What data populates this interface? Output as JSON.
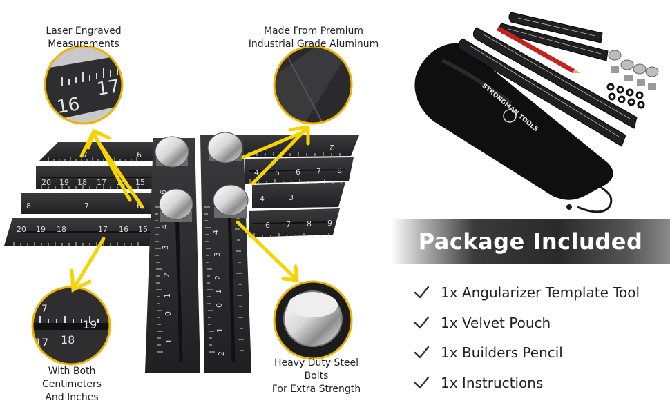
{
  "features": {
    "laser": [
      "Laser Engraved",
      "Measurements"
    ],
    "aluminum": [
      "Made From Premium",
      "Industrial Grade Aluminum"
    ],
    "units": [
      "With Both",
      "Centimeters",
      "And Inches"
    ],
    "bolts": [
      "Heavy Duty Steel",
      "Bolts",
      "For Extra Strength"
    ]
  },
  "ruler_numbers": {
    "top_left": [
      "7",
      "6"
    ],
    "top_right": [
      "2"
    ],
    "row2_left": [
      "20",
      "19",
      "18",
      "17",
      "16",
      "15"
    ],
    "row2_right": [
      "4",
      "5",
      "6",
      "7",
      "8"
    ],
    "row3_left": [
      "8",
      "7",
      "6"
    ],
    "row3_right": [
      "4",
      "3"
    ],
    "row4_left": [
      "20",
      "19",
      "18",
      "17",
      "16",
      "15"
    ],
    "row4_right": [
      "6",
      "7",
      "8",
      "9"
    ],
    "vertical_left": [
      "6",
      "5",
      "4",
      "3",
      "2",
      "1",
      "0",
      "1"
    ],
    "vertical_right": [
      "4",
      "3",
      "2",
      "1",
      "0",
      "1",
      "2"
    ],
    "zoom_laser": [
      "16",
      "17"
    ],
    "zoom_units": [
      "7",
      "17",
      "18",
      "19"
    ]
  },
  "pouch_brand": "STRONGMAN TOOLS",
  "package": {
    "title": "Package Included",
    "items": [
      "1x Angularizer Template Tool",
      "1x Velvet Pouch",
      "1x Builders Pencil",
      "1x Instructions"
    ]
  },
  "colors": {
    "metal": "#2b2b2d",
    "engraving": "#d9d9d9",
    "accent_arrow": "#f5d400",
    "circle_border": "#f0b400",
    "banner": "#2e2e2e",
    "pencil": "#c4231d"
  },
  "icons": [
    "check-icon",
    "arrow-icon",
    "bolt-knob",
    "zoom-circle"
  ]
}
